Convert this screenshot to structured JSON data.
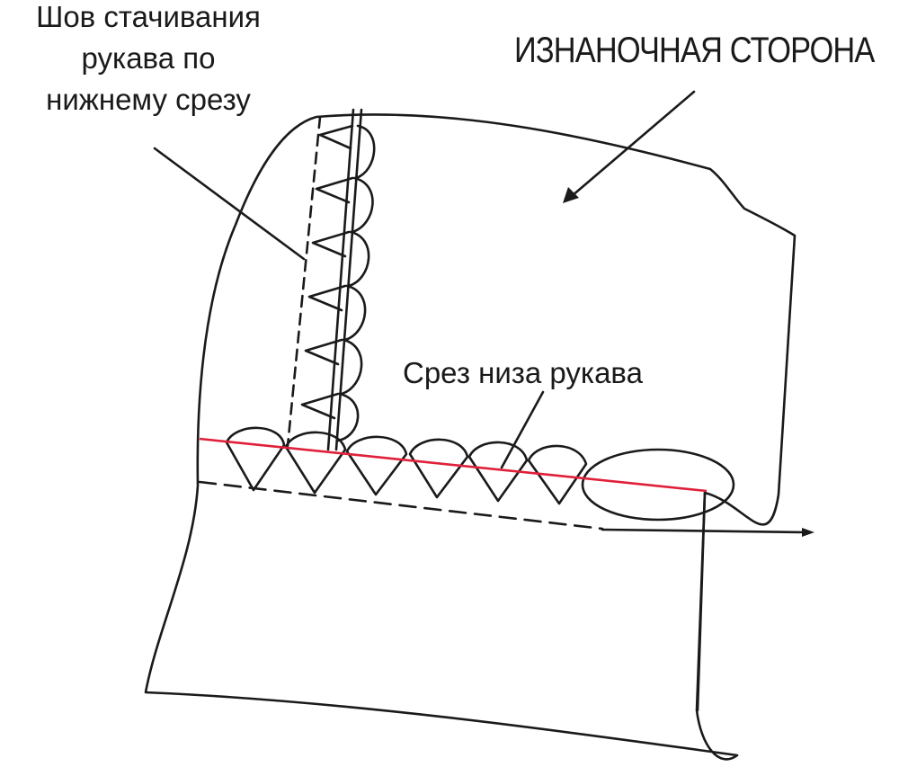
{
  "labels": {
    "seam_line1": "Шов стачивания",
    "seam_line2": "рукава по",
    "seam_line3": "нижнему срезу",
    "wrong_side": "ИЗНАНОЧНАЯ СТОРОНА",
    "hem_edge": "Срез низа рукава"
  },
  "colors": {
    "outline": "#1a1a1a",
    "hem_cut_line": "#e0203a"
  }
}
